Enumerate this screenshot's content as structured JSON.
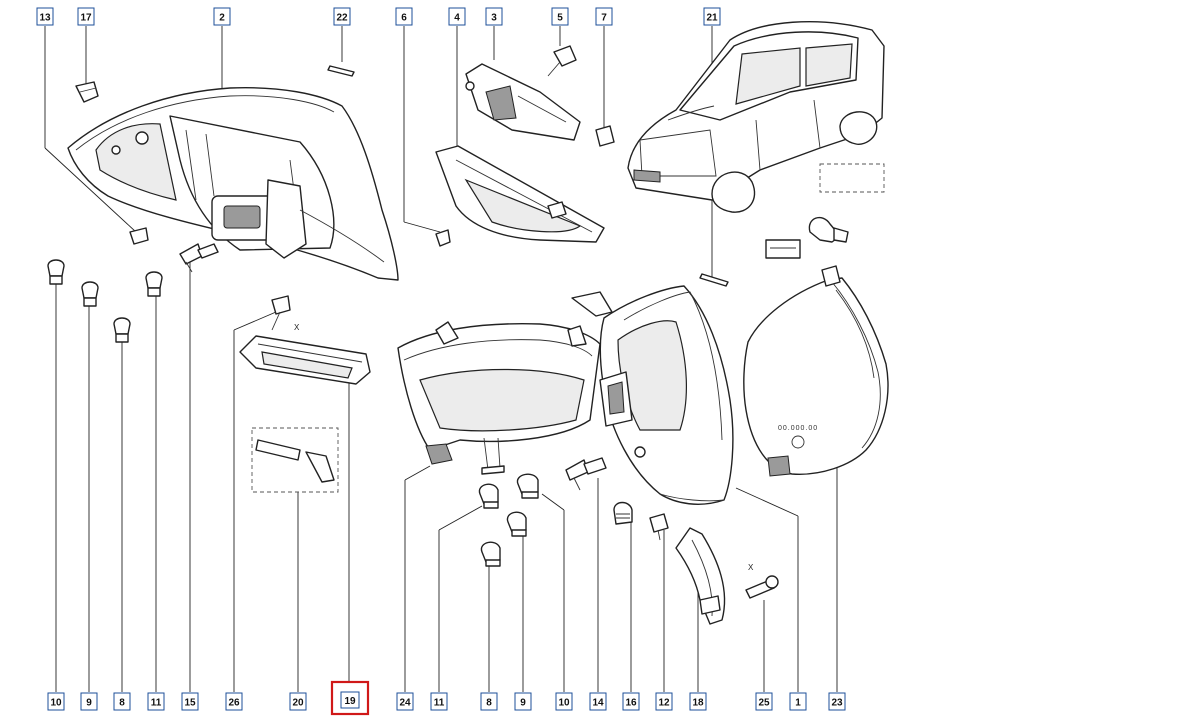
{
  "diagram": {
    "callouts": [
      {
        "id": "c13",
        "label": "13",
        "highlight": false
      },
      {
        "id": "c17",
        "label": "17",
        "highlight": false
      },
      {
        "id": "c2",
        "label": "2",
        "highlight": false
      },
      {
        "id": "c22",
        "label": "22",
        "highlight": false
      },
      {
        "id": "c6",
        "label": "6",
        "highlight": false
      },
      {
        "id": "c4",
        "label": "4",
        "highlight": false
      },
      {
        "id": "c3",
        "label": "3",
        "highlight": false
      },
      {
        "id": "c5",
        "label": "5",
        "highlight": false
      },
      {
        "id": "c7",
        "label": "7",
        "highlight": false
      },
      {
        "id": "c21",
        "label": "21",
        "highlight": false
      },
      {
        "id": "b10a",
        "label": "10",
        "highlight": false
      },
      {
        "id": "b9a",
        "label": "9",
        "highlight": false
      },
      {
        "id": "b8a",
        "label": "8",
        "highlight": false
      },
      {
        "id": "b11a",
        "label": "11",
        "highlight": false
      },
      {
        "id": "b15",
        "label": "15",
        "highlight": false
      },
      {
        "id": "b26",
        "label": "26",
        "highlight": false
      },
      {
        "id": "b20",
        "label": "20",
        "highlight": false
      },
      {
        "id": "b19",
        "label": "19",
        "highlight": true
      },
      {
        "id": "b24",
        "label": "24",
        "highlight": false
      },
      {
        "id": "b11b",
        "label": "11",
        "highlight": false
      },
      {
        "id": "b8b",
        "label": "8",
        "highlight": false
      },
      {
        "id": "b9b",
        "label": "9",
        "highlight": false
      },
      {
        "id": "b10b",
        "label": "10",
        "highlight": false
      },
      {
        "id": "b14",
        "label": "14",
        "highlight": false
      },
      {
        "id": "b16",
        "label": "16",
        "highlight": false
      },
      {
        "id": "b12",
        "label": "12",
        "highlight": false
      },
      {
        "id": "b18",
        "label": "18",
        "highlight": false
      },
      {
        "id": "b25",
        "label": "25",
        "highlight": false
      },
      {
        "id": "b1",
        "label": "1",
        "highlight": false
      },
      {
        "id": "b23",
        "label": "23",
        "highlight": false
      }
    ],
    "annotations": {
      "x_mark_1": "X",
      "x_mark_2": "X",
      "lens_marking": "00.000.00"
    },
    "colors": {
      "callout_border": "#1c4f99",
      "highlight_border": "#d01818",
      "line_art": "#222222"
    }
  }
}
